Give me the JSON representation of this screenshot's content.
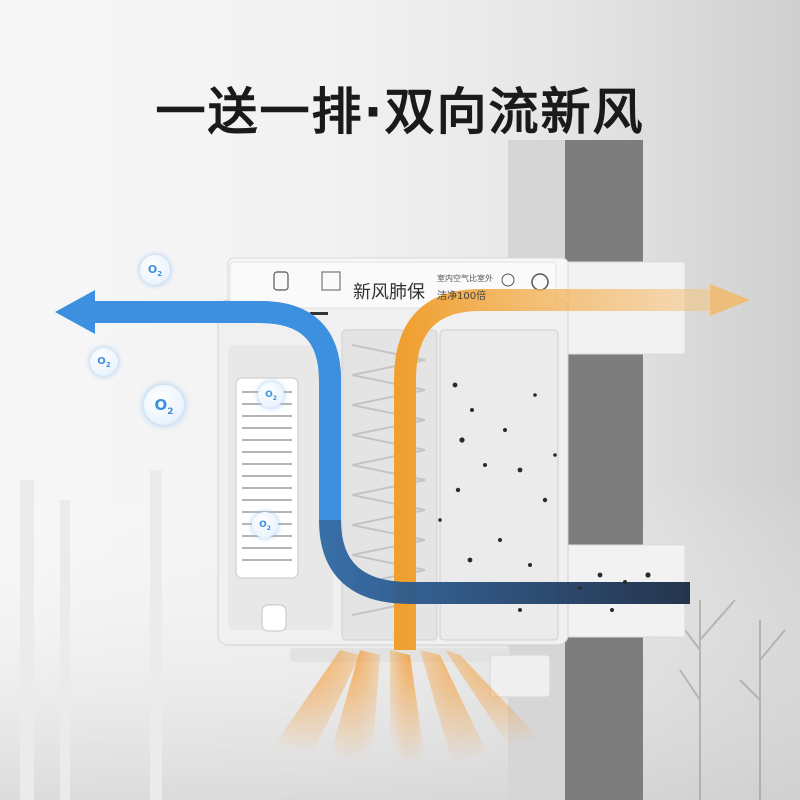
{
  "headline": "一送一排·双向流新风",
  "product": {
    "brand_name": "新风肺保",
    "tagline_line1": "室内空气比室外",
    "tagline_line2": "洁净100倍"
  },
  "badges": {
    "oxygen_label": "O",
    "oxygen_subscript": "2"
  },
  "colors": {
    "fresh_air_blue": "#3d8fe0",
    "exhaust_orange": "#f0a030",
    "polluted_dark": "#1a2a44",
    "headline_text": "#1a1a1a"
  }
}
